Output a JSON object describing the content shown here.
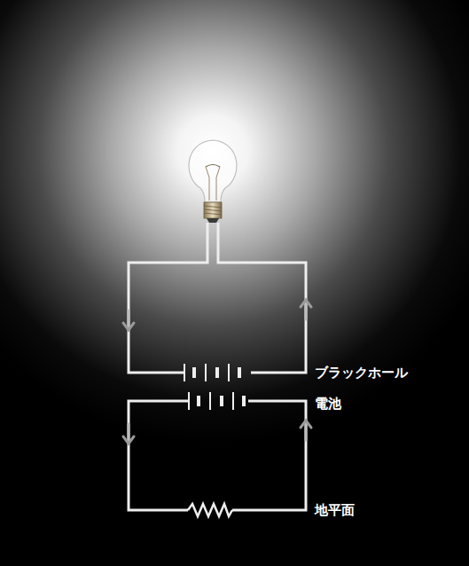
{
  "diagram": {
    "labels": [
      "ブラックホール",
      "電池",
      "地平面"
    ]
  }
}
